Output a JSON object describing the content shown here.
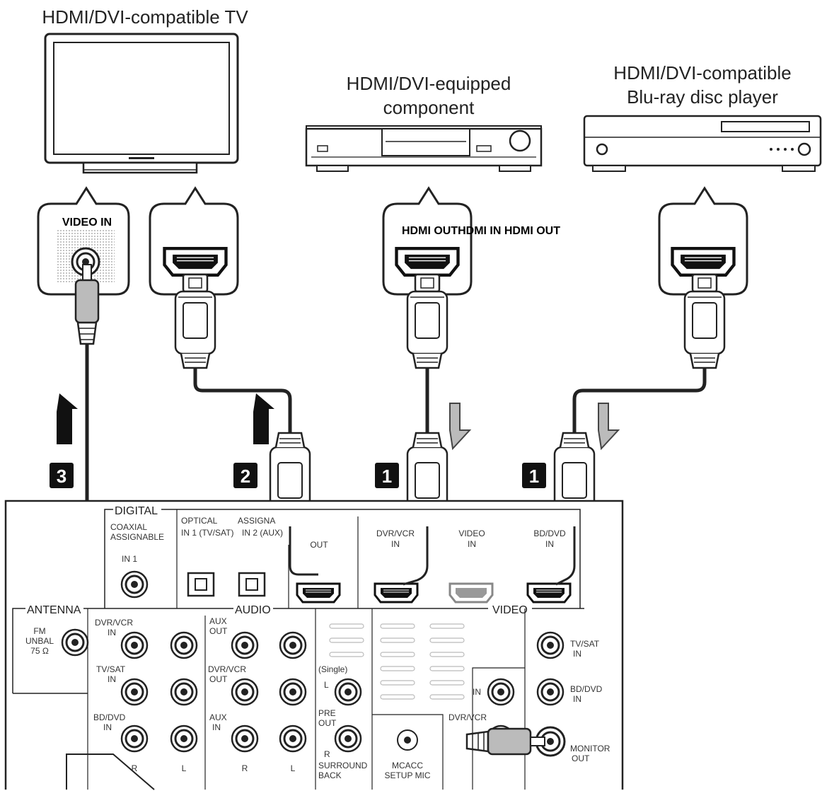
{
  "devices": {
    "tv": {
      "title": "HDMI/DVI-compatible TV"
    },
    "component": {
      "title_line1": "HDMI/DVI-equipped",
      "title_line2": "component"
    },
    "bluray": {
      "title_line1": "HDMI/DVI-compatible",
      "title_line2": "Blu-ray disc player"
    }
  },
  "callouts": {
    "video_in": "VIDEO IN",
    "hdmi_row": "HDMI OUTHDMI IN HDMI OUT"
  },
  "steps": {
    "tv_composite": "3",
    "tv_hdmi": "2",
    "component_hdmi": "1",
    "bluray_hdmi": "1"
  },
  "receiver": {
    "digital": "DIGITAL",
    "coaxial_line1": "COAXIAL",
    "coaxial_line2": "ASSIGNABLE",
    "coax_in": "IN 1",
    "optical_line1": "OPTICAL",
    "optical_line2": "IN 1 (TV/SAT)",
    "assign_line1": "ASSIGNA",
    "assign_line2": "IN 2 (AUX)",
    "hdmi_out": "OUT",
    "dvr_vcr_in_line1": "DVR/VCR",
    "dvr_vcr_in_line2": "IN",
    "video_in_line1": "VIDEO",
    "video_in_line2": "IN",
    "bd_dvd_in_line1": "BD/DVD",
    "bd_dvd_in_line2": "IN",
    "antenna": "ANTENNA",
    "fm_line1": "FM",
    "fm_line2": "UNBAL",
    "fm_line3": "75 Ω",
    "audio": "AUDIO",
    "video": "VIDEO",
    "dvr_vcr_audio_line1": "DVR/VCR",
    "dvr_vcr_audio_line2": "IN",
    "tv_sat_audio_line1": "TV/SAT",
    "tv_sat_audio_line2": "IN",
    "bd_dvd_audio_line1": "BD/DVD",
    "bd_dvd_audio_line2": "IN",
    "aux_out_line1": "AUX",
    "aux_out_line2": "OUT",
    "dvr_vcr_out_line1": "DVR/VCR",
    "dvr_vcr_out_line2": "OUT",
    "aux_in_line1": "AUX",
    "aux_in_line2": "IN",
    "single": "(Single)",
    "l_label": "L",
    "pre_out_line1": "PRE",
    "pre_out_line2": "OUT",
    "r_label": "R",
    "surround_line1": "SURROUND",
    "surround_line2": "BACK",
    "mcacc_line1": "MCACC",
    "mcacc_line2": "SETUP MIC",
    "col_r1": "R",
    "col_l1": "L",
    "col_r2": "R",
    "col_l2": "L",
    "tv_sat_video_line1": "TV/SAT",
    "tv_sat_video_line2": "IN",
    "bd_dvd_video_line1": "BD/DVD",
    "bd_dvd_video_line2": "IN",
    "video_dvr_in": "IN",
    "video_dvr_label": "DVR/VCR",
    "monitor_out_line1": "MONITOR",
    "monitor_out_line2": "OUT"
  }
}
